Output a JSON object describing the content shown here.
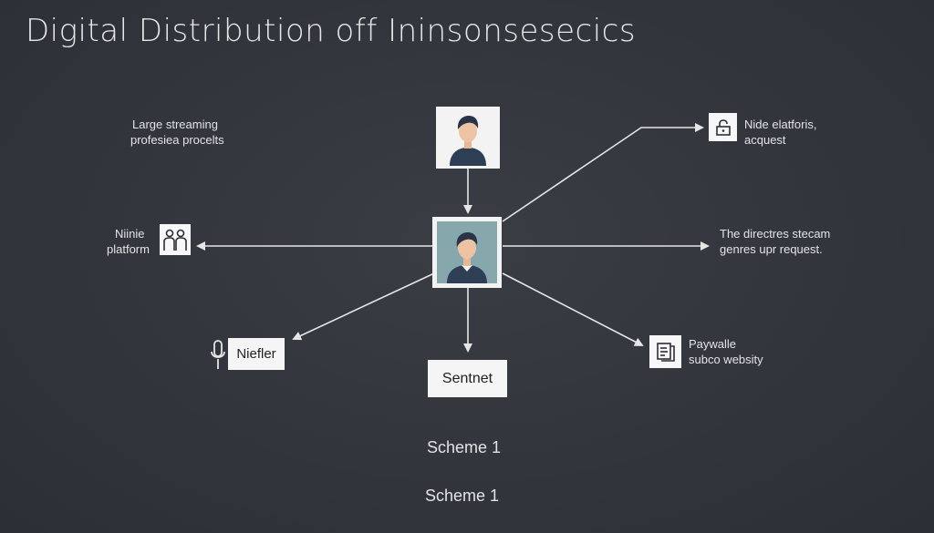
{
  "title": "Digital Distribution off Ininsonsesecics",
  "nodes": {
    "top_left_text": [
      "Large streaming",
      "profesiea procelts"
    ],
    "left_label": [
      "Niinie",
      "platform"
    ],
    "top_right_label": [
      "Nide elatforis,",
      "acquest"
    ],
    "right_label": [
      "The directres stecam",
      "genres upr request."
    ],
    "bottom_left_box": "Niefler",
    "bottom_box": "Sentnet",
    "bottom_right_label": [
      "Paywalle",
      "subco websity"
    ]
  },
  "captions": [
    "Scheme 1",
    "Scheme 1"
  ],
  "colors": {
    "background": "#33363d",
    "line": "#e6e6e6",
    "box": "#f5f5f5",
    "avatar_bg_top": "#f3f3f3",
    "avatar_bg_center": "#86a7ab",
    "avatar_shirt": "#2d3e55",
    "avatar_skin": "#eec3a3",
    "avatar_hair": "#2a3446"
  },
  "icons": {
    "top_avatar": "person-avatar-icon",
    "center_avatar": "person-avatar-icon",
    "left": "people-group-icon",
    "top_right": "lock-icon",
    "bottom_left": "microphone-icon",
    "bottom_right": "document-icon"
  }
}
